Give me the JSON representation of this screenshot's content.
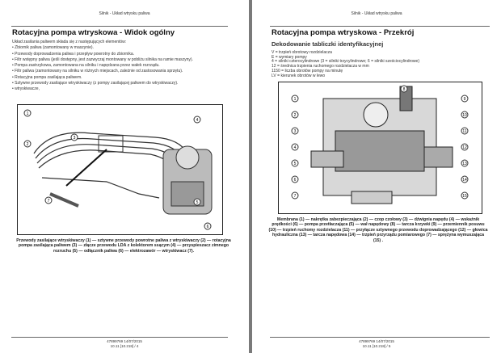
{
  "pages": [
    {
      "header": "Silnik - Układ wtrysku paliwa",
      "title": "Rotacyjna pompa wtryskowa - Widok ogólny",
      "intro": "Układ zasilania paliwem składa się z następujących elementów:",
      "items": [
        "Zbiornik paliwa (zamontowany w maszynie).",
        "Przewody doprowadzenia paliwa i przepływ powrotny do zbiornika.",
        "Filtr wstępny paliwa (jeśli dostępny, jest zazwyczaj montowany w pobliżu silnika na ramie maszyny).",
        "Pompa zastrzykowa, zamontowana na silniku i napędzana przez wałek rozrządu.",
        "Filtr paliwa (zamontowany na silniku w różnych miejscach, zależnie od zastosowania sprzętu).",
        "Rotacyjna pompa zasilająca paliwem.",
        "Sztywne przewody zasilające wtryskiwaczy (z pompy zasilającej paliwem do wtryskiwaczy).",
        "wtryskiwacze,"
      ],
      "callouts": [
        "1",
        "2",
        "3",
        "4",
        "5",
        "6",
        "7"
      ],
      "caption": "Przewody zasilające wtryskiwaczy (1) — sztywne przewody powrotne paliwa z wtryskiwaczy (2) — rotacyjna pompa zasilająca paliwem (3) — złącze przewodu LDA z kolektorem ssącym (4) — przyspieszacz zimnego rozruchu (5) — odłącznik paliwa (6) — elektrozawór — wtryskiwacz (7).",
      "footer_doc": "47899769 14/07/2015",
      "footer_page": "10.11 [10.218] / 4"
    },
    {
      "header": "Silnik - Układ wtrysku paliwa",
      "title": "Rotacyjna pompa wtryskowa - Przekrój",
      "subtitle": "Dekodowanie tabliczki identyfikacyjnej",
      "lines": [
        "V = trzpień obrotowy rozdzielacza",
        "E = wymiary pompy",
        "4 = silniki czterocylindrowe (3 = silniki trzycylindrowe; 6 = silniki sześciocylindrowe)",
        "12 = średnica trzpienia ruchomego rozdzielacza w mm",
        "1150 = liczba obrotów pompy na minutę",
        "LV = kierunek obrotów w lewo"
      ],
      "callouts": [
        "1",
        "2",
        "3",
        "4",
        "5",
        "6",
        "7",
        "8",
        "9",
        "10",
        "11",
        "12",
        "13",
        "14",
        "15"
      ],
      "caption": "Membrana (1) — nakrętka zabezpieczająca (2) — czop czołowy (3) — dźwignia napędu (4) — wskaźnik prędkości (6) — pompa przetłaczająca (5) — wał napędowy (8) — tarcza krzywki (9) — przemiennik posuwu (10) — trzpień ruchomy rozdzielacza (11) — przyłącze sztywnego przewodu doprowadzającego (12) — głowica hydrauliczna (13) — tarcza napędowa (14) — trzpień przyrządu pomiarowego (7) — sprężyna wymuszająca (15) .",
      "footer_doc": "47899769 14/07/2015",
      "footer_page": "10.11 [10.218] / 5"
    }
  ]
}
